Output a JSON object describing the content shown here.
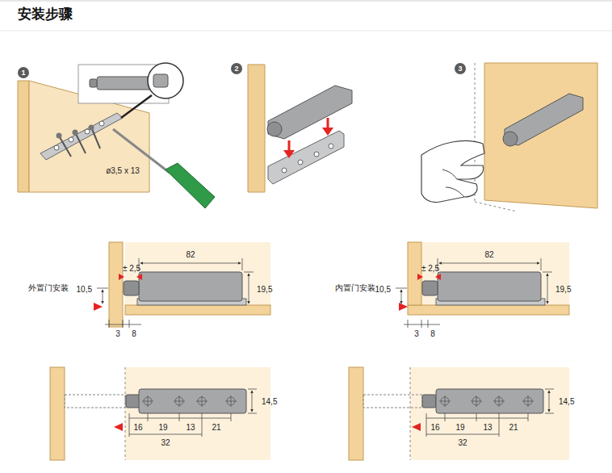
{
  "diagram": {
    "title": "安装步骤",
    "nodes": [
      {
        "text": [
          "1"
        ]
      },
      {
        "text": [
          "2"
        ]
      },
      {
        "text": [
          "3"
        ]
      }
    ],
    "labels": [
      "ø3,5 x 13",
      "外置门安装",
      "82",
      "± 2,5",
      "10,5",
      "19,5",
      "3",
      "8",
      "内置门安装",
      "82",
      "± 2,5",
      "10,5",
      "19,5",
      "3",
      "8",
      "14,5",
      "16",
      "19",
      "13",
      "21",
      "32",
      "14,5",
      "16",
      "19",
      "13",
      "21",
      "32"
    ]
  }
}
